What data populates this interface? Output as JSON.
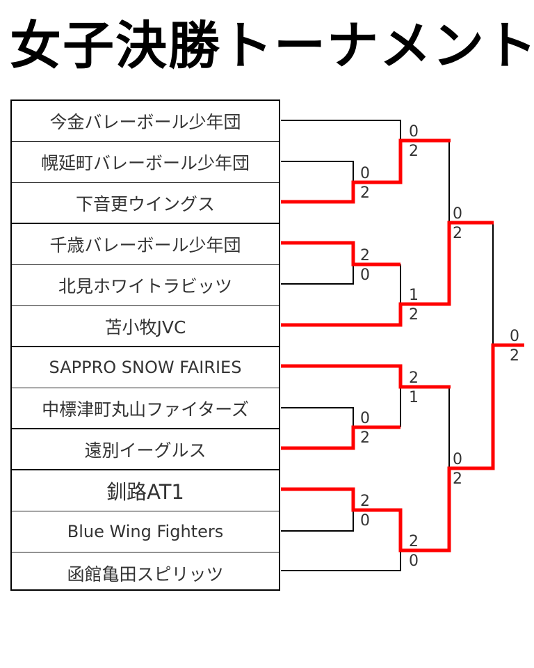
{
  "title": "女子決勝トーナメント",
  "colors": {
    "winner_line": "#ff0000",
    "loser_line": "#000000",
    "text": "#333333"
  },
  "teams": [
    "今金バレーボール少年団",
    "幌延町バレーボール少年団",
    "下音更ウイングス",
    "千歳バレーボール少年団",
    "北見ホワイトラビッツ",
    "苫小牧JVC",
    "SAPPRO SNOW FAIRIES",
    "中標津町丸山ファイターズ",
    "遠別イーグルス",
    "釧路AT1",
    "Blue Wing Fighters",
    "函館亀田スピリッツ"
  ],
  "matches": [
    {
      "id": "r1m1",
      "round": 1,
      "top": "幌延町バレーボール少年団",
      "bottom": "下音更ウイングス",
      "score_top": "0",
      "score_bottom": "2",
      "winner": "bottom"
    },
    {
      "id": "r1m2",
      "round": 1,
      "top": "千歳バレーボール少年団",
      "bottom": "北見ホワイトラビッツ",
      "score_top": "2",
      "score_bottom": "0",
      "winner": "top"
    },
    {
      "id": "r1m3",
      "round": 1,
      "top": "中標津町丸山ファイターズ",
      "bottom": "遠別イーグルス",
      "score_top": "0",
      "score_bottom": "2",
      "winner": "bottom"
    },
    {
      "id": "r1m4",
      "round": 1,
      "top": "釧路AT1",
      "bottom": "Blue Wing Fighters",
      "score_top": "2",
      "score_bottom": "0",
      "winner": "top"
    },
    {
      "id": "r2m1",
      "round": 2,
      "top": "今金バレーボール少年団",
      "bottom": "下音更ウイングス",
      "score_top": "0",
      "score_bottom": "2",
      "winner": "bottom"
    },
    {
      "id": "r2m2",
      "round": 2,
      "top": "千歳バレーボール少年団",
      "bottom": "苫小牧JVC",
      "score_top": "1",
      "score_bottom": "2",
      "winner": "bottom"
    },
    {
      "id": "r2m3",
      "round": 2,
      "top": "SAPPRO SNOW FAIRIES",
      "bottom": "遠別イーグルス",
      "score_top": "2",
      "score_bottom": "1",
      "winner": "top"
    },
    {
      "id": "r2m4",
      "round": 2,
      "top": "釧路AT1",
      "bottom": "函館亀田スピリッツ",
      "score_top": "2",
      "score_bottom": "0",
      "winner": "top"
    },
    {
      "id": "r3m1",
      "round": 3,
      "top": "下音更ウイングス",
      "bottom": "苫小牧JVC",
      "score_top": "0",
      "score_bottom": "2",
      "winner": "bottom"
    },
    {
      "id": "r3m2",
      "round": 3,
      "top": "SAPPRO SNOW FAIRIES",
      "bottom": "釧路AT1",
      "score_top": "0",
      "score_bottom": "2",
      "winner": "bottom"
    },
    {
      "id": "final",
      "round": 4,
      "top": "苫小牧JVC",
      "bottom": "釧路AT1",
      "score_top": "0",
      "score_bottom": "2",
      "winner": "bottom"
    }
  ]
}
